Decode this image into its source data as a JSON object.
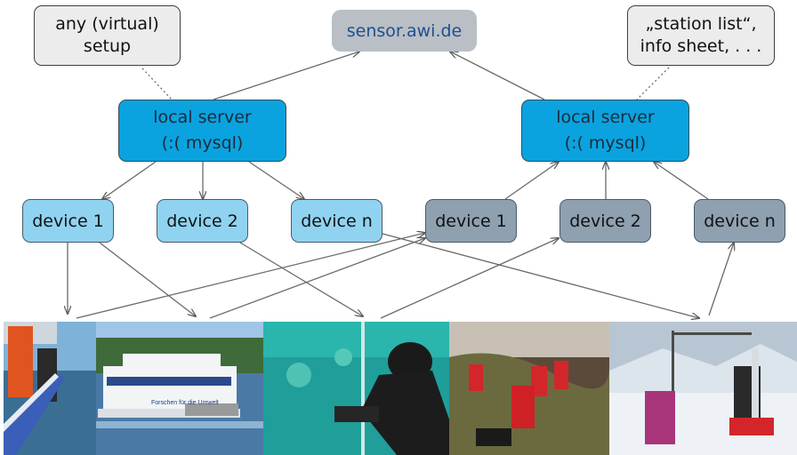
{
  "nodes": {
    "sensor": "sensor.awi.de",
    "setup": "any (virtual)\nsetup",
    "station_list": "„station list“,\ninfo sheet, . . .",
    "server_left": "local server\n(:( mysql)",
    "server_right": "local server\n(:( mysql)",
    "left_devices": [
      "device 1",
      "device 2",
      "device n"
    ],
    "right_devices": [
      "device 1",
      "device 2",
      "device n"
    ]
  },
  "photos": [
    {
      "icon": "ship-deck-photo"
    },
    {
      "icon": "ship-photo"
    },
    {
      "icon": "diver-photo"
    },
    {
      "icon": "field-team-photo"
    },
    {
      "icon": "snow-station-photo"
    }
  ],
  "photo_texts": {
    "ship_banner": "Forschen für die Umwelt"
  },
  "colors": {
    "server": "#0aa3df",
    "device_left": "#8fd3f1",
    "device_right": "#8fa0b0",
    "top_node": "#b9bfc5"
  }
}
